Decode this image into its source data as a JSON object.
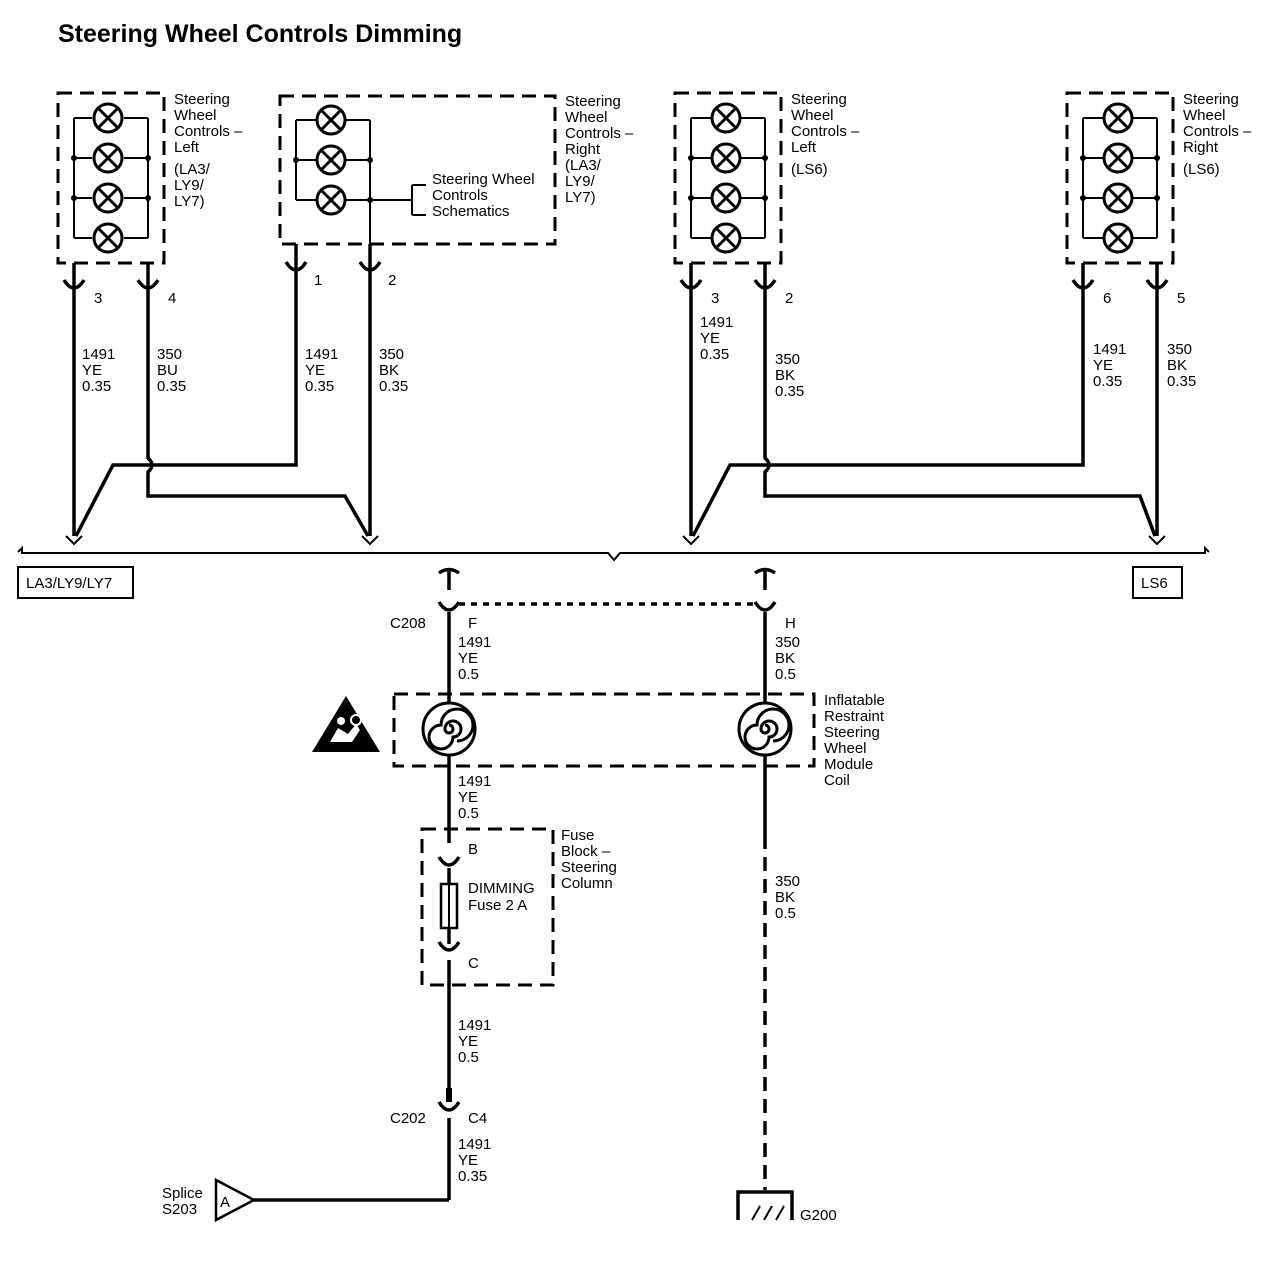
{
  "title": "Steering Wheel Controls Dimming",
  "modules": {
    "left_la3": [
      "Steering",
      "Wheel",
      "Controls –",
      "Left",
      "(LA3/",
      "LY9/",
      "LY7)"
    ],
    "right_la3": [
      "Steering",
      "Wheel",
      "Controls –",
      "Right",
      "(LA3/",
      "LY9/",
      "LY7)"
    ],
    "schematics_ref": [
      "Steering Wheel",
      "Controls",
      "Schematics"
    ],
    "left_ls6": [
      "Steering",
      "Wheel",
      "Controls –",
      "Left",
      "(LS6)"
    ],
    "right_ls6": [
      "Steering",
      "Wheel",
      "Controls –",
      "Right",
      "(LS6)"
    ],
    "coil": [
      "Inflatable",
      "Restraint",
      "Steering",
      "Wheel",
      "Module",
      "Coil"
    ],
    "fuse_block": [
      "Fuse",
      "Block –",
      "Steering",
      "Column"
    ],
    "fuse": [
      "DIMMING",
      "Fuse 2 A"
    ]
  },
  "pins": {
    "left_la3_a": "3",
    "left_la3_b": "4",
    "right_la3_a": "1",
    "right_la3_b": "2",
    "left_ls6_a": "3",
    "left_ls6_b": "2",
    "right_ls6_a": "6",
    "right_ls6_b": "5",
    "c208_f": "F",
    "c208_h": "H",
    "fuse_in": "B",
    "fuse_out": "C",
    "c202_c4": "C4"
  },
  "wires": {
    "w1": [
      "1491",
      "YE",
      "0.35"
    ],
    "w2": [
      "350",
      "BU",
      "0.35"
    ],
    "w3": [
      "1491",
      "YE",
      "0.35"
    ],
    "w4": [
      "350",
      "BK",
      "0.35"
    ],
    "w5": [
      "1491",
      "YE",
      "0.35"
    ],
    "w6": [
      "350",
      "BK",
      "0.35"
    ],
    "w7": [
      "1491",
      "YE",
      "0.35"
    ],
    "w8": [
      "350",
      "BK",
      "0.35"
    ],
    "w9": [
      "1491",
      "YE",
      "0.5"
    ],
    "w10": [
      "350",
      "BK",
      "0.5"
    ],
    "w11": [
      "1491",
      "YE",
      "0.5"
    ],
    "w12": [
      "350",
      "BK",
      "0.5"
    ],
    "w13": [
      "1491",
      "YE",
      "0.5"
    ],
    "w14": [
      "1491",
      "YE",
      "0.35"
    ]
  },
  "options": {
    "left": "LA3/LY9/LY7",
    "right": "LS6"
  },
  "connectors": {
    "c208": "C208",
    "c202": "C202"
  },
  "splice": {
    "label": [
      "Splice",
      "S203"
    ],
    "letter": "A"
  },
  "ground": "G200"
}
